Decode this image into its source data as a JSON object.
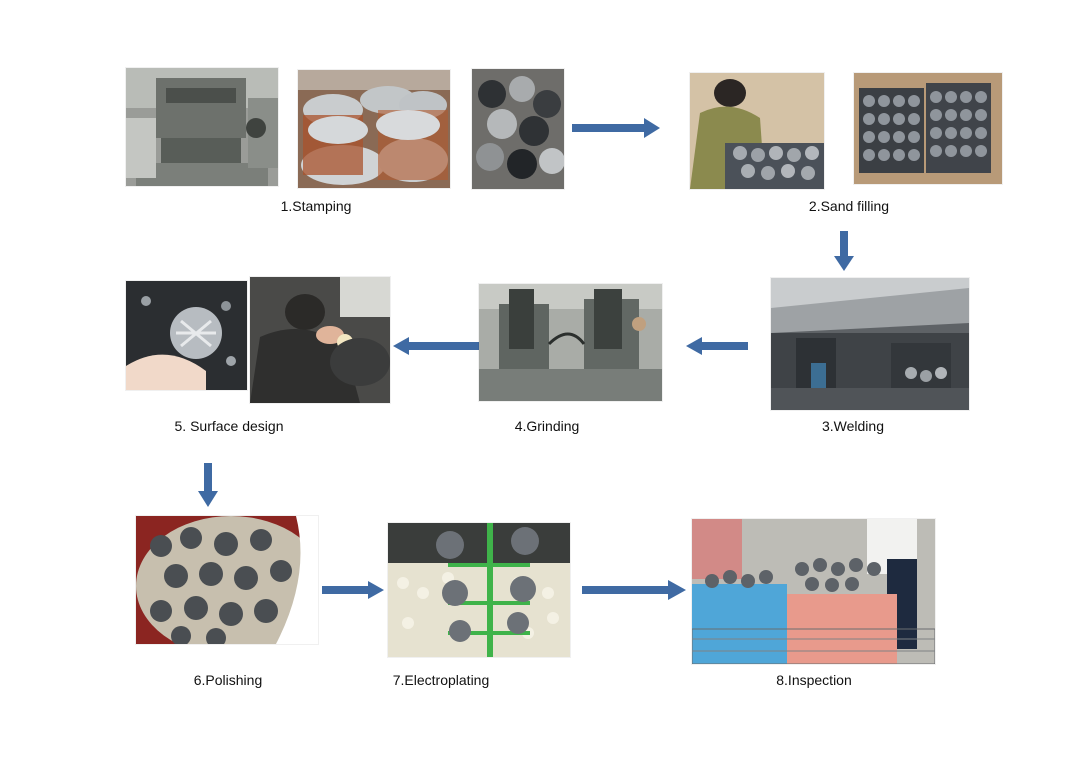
{
  "diagram": {
    "steps": [
      {
        "label": "1.Stamping"
      },
      {
        "label": "2.Sand filling"
      },
      {
        "label": "3.Welding"
      },
      {
        "label": "4.Grinding"
      },
      {
        "label": "5. Surface design"
      },
      {
        "label": "6.Polishing"
      },
      {
        "label": "7.Electroplating"
      },
      {
        "label": "8.Inspection"
      }
    ],
    "arrow_color": "#3f6aa3"
  }
}
